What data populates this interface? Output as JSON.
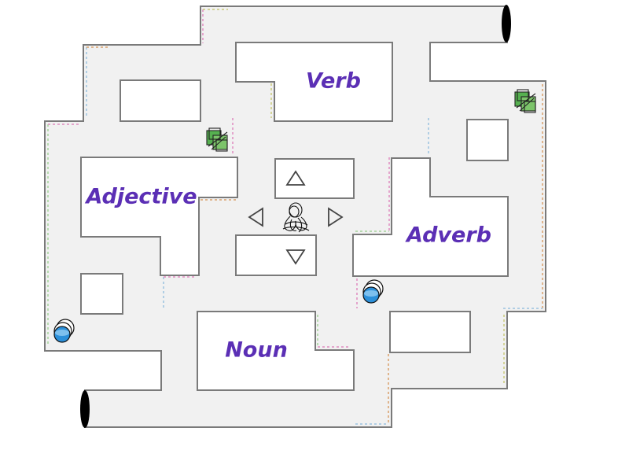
{
  "rooms": {
    "verb": "Verb",
    "adjective": "Adjective",
    "adverb": "Adverb",
    "noun": "Noun"
  },
  "controls": {
    "up_icon": "triangle-up",
    "down_icon": "triangle-down",
    "left_icon": "triangle-left",
    "right_icon": "triangle-right"
  },
  "colors": {
    "label": "#5b2fb5",
    "floor": "#f0f0f0",
    "wall": "#777777",
    "ghost_green": "#4caf50",
    "pellet_blue": "#2a8fd8",
    "portal": "#000000"
  }
}
